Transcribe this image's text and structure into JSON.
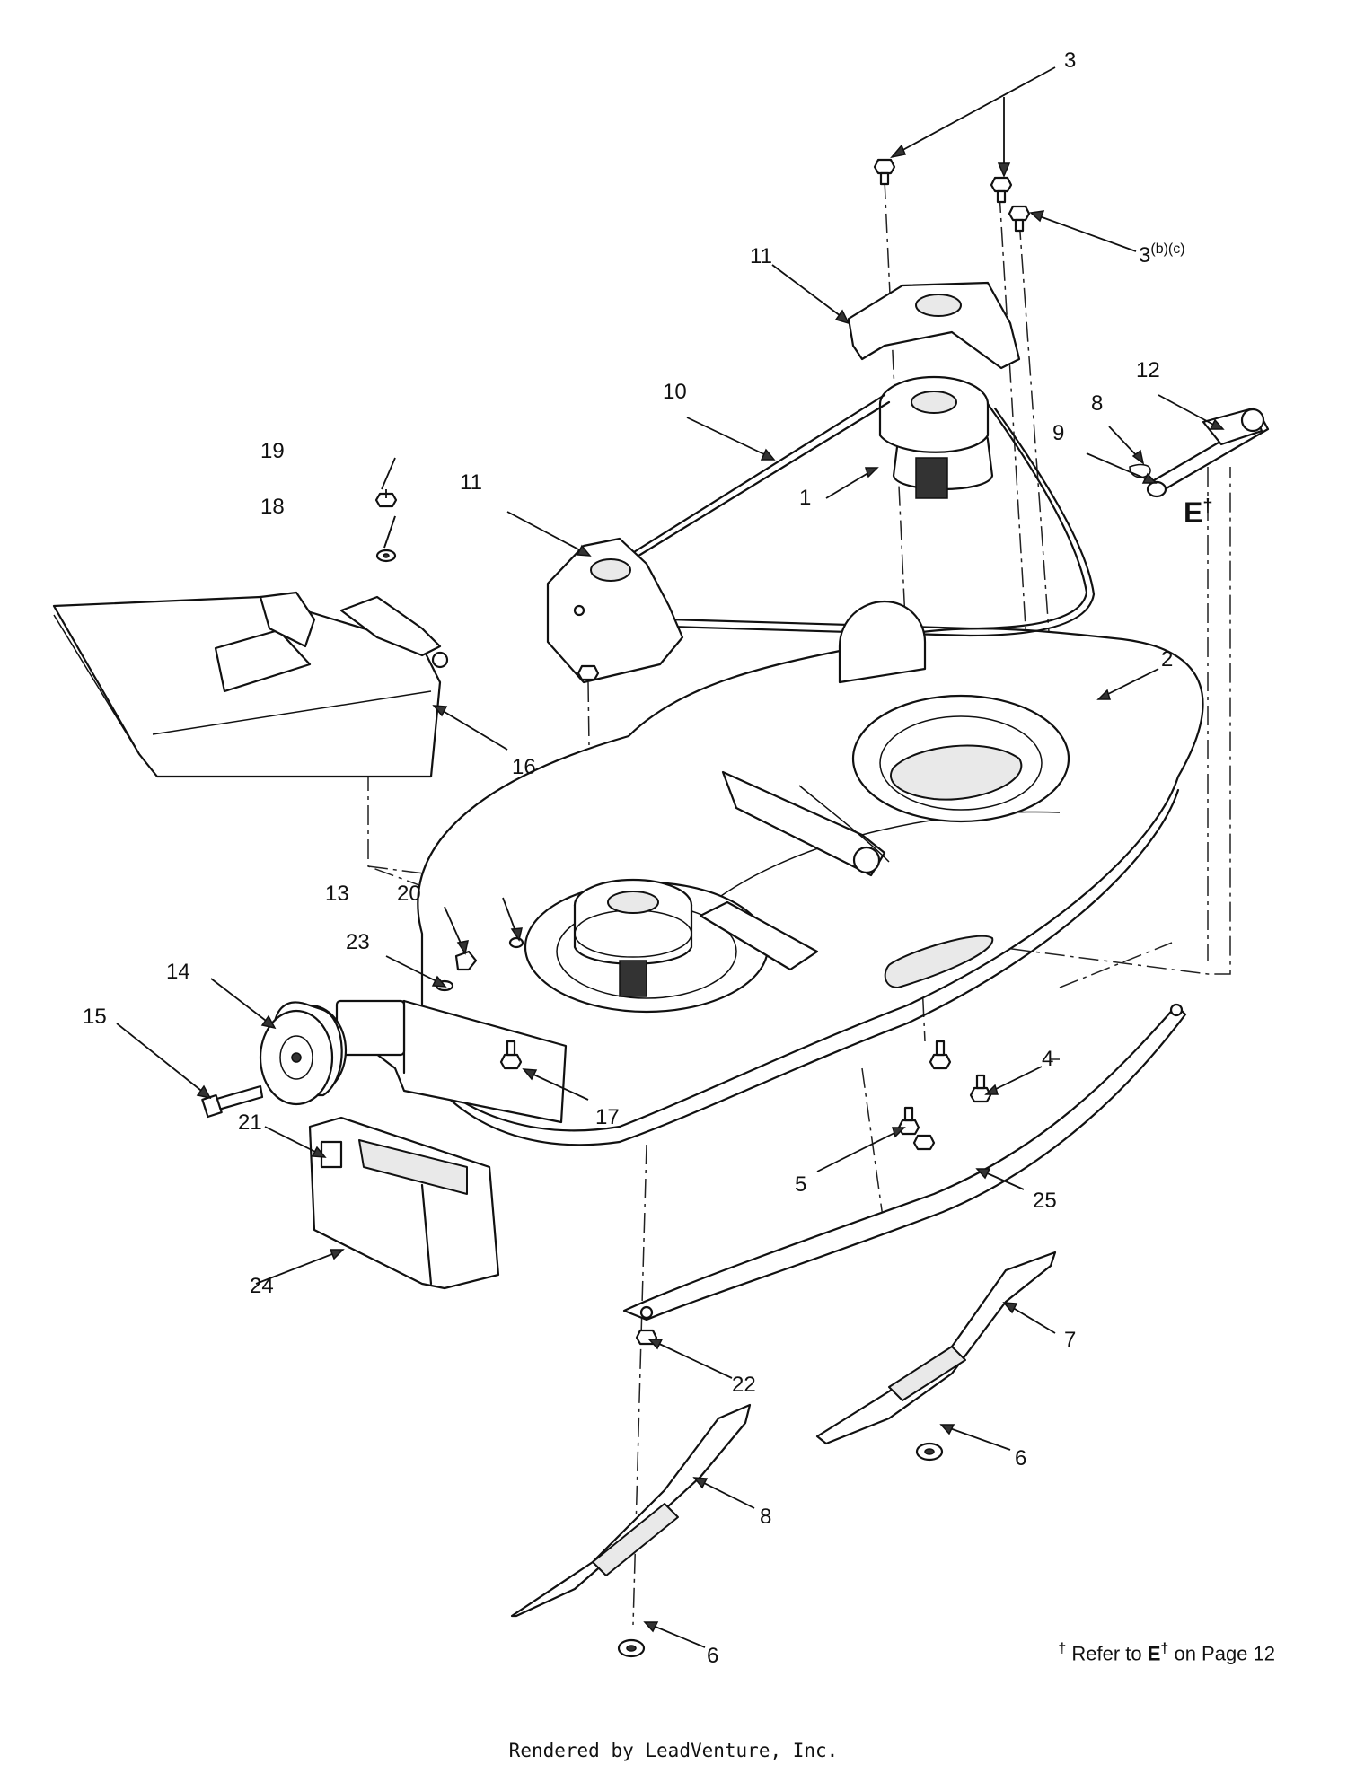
{
  "callouts": [
    {
      "id": "c1",
      "label": "1"
    },
    {
      "id": "c2",
      "label": "2"
    },
    {
      "id": "c3a",
      "label": "3"
    },
    {
      "id": "c3b",
      "label": "3",
      "sup": "(b)(c)"
    },
    {
      "id": "c4",
      "label": "4"
    },
    {
      "id": "c5",
      "label": "5"
    },
    {
      "id": "c6a",
      "label": "6"
    },
    {
      "id": "c6b",
      "label": "6"
    },
    {
      "id": "c7",
      "label": "7"
    },
    {
      "id": "c8a",
      "label": "8"
    },
    {
      "id": "c8b",
      "label": "8"
    },
    {
      "id": "c9",
      "label": "9"
    },
    {
      "id": "c10",
      "label": "10"
    },
    {
      "id": "c11a",
      "label": "11"
    },
    {
      "id": "c11b",
      "label": "11"
    },
    {
      "id": "c12",
      "label": "12"
    },
    {
      "id": "c13",
      "label": "13"
    },
    {
      "id": "c14",
      "label": "14"
    },
    {
      "id": "c15",
      "label": "15"
    },
    {
      "id": "c16",
      "label": "16"
    },
    {
      "id": "c17",
      "label": "17"
    },
    {
      "id": "c18",
      "label": "18"
    },
    {
      "id": "c19",
      "label": "19"
    },
    {
      "id": "c20",
      "label": "20"
    },
    {
      "id": "c21",
      "label": "21"
    },
    {
      "id": "c22",
      "label": "22"
    },
    {
      "id": "c23",
      "label": "23"
    },
    {
      "id": "c24",
      "label": "24"
    },
    {
      "id": "c25",
      "label": "25"
    }
  ],
  "reference_marker": {
    "letter": "E",
    "dagger": "†"
  },
  "footnote": {
    "dagger": "†",
    "prefix": "Refer to",
    "ref_letter": "E",
    "ref_dagger": "†",
    "suffix": "on Page 12"
  },
  "credit": "Rendered by LeadVenture, Inc."
}
